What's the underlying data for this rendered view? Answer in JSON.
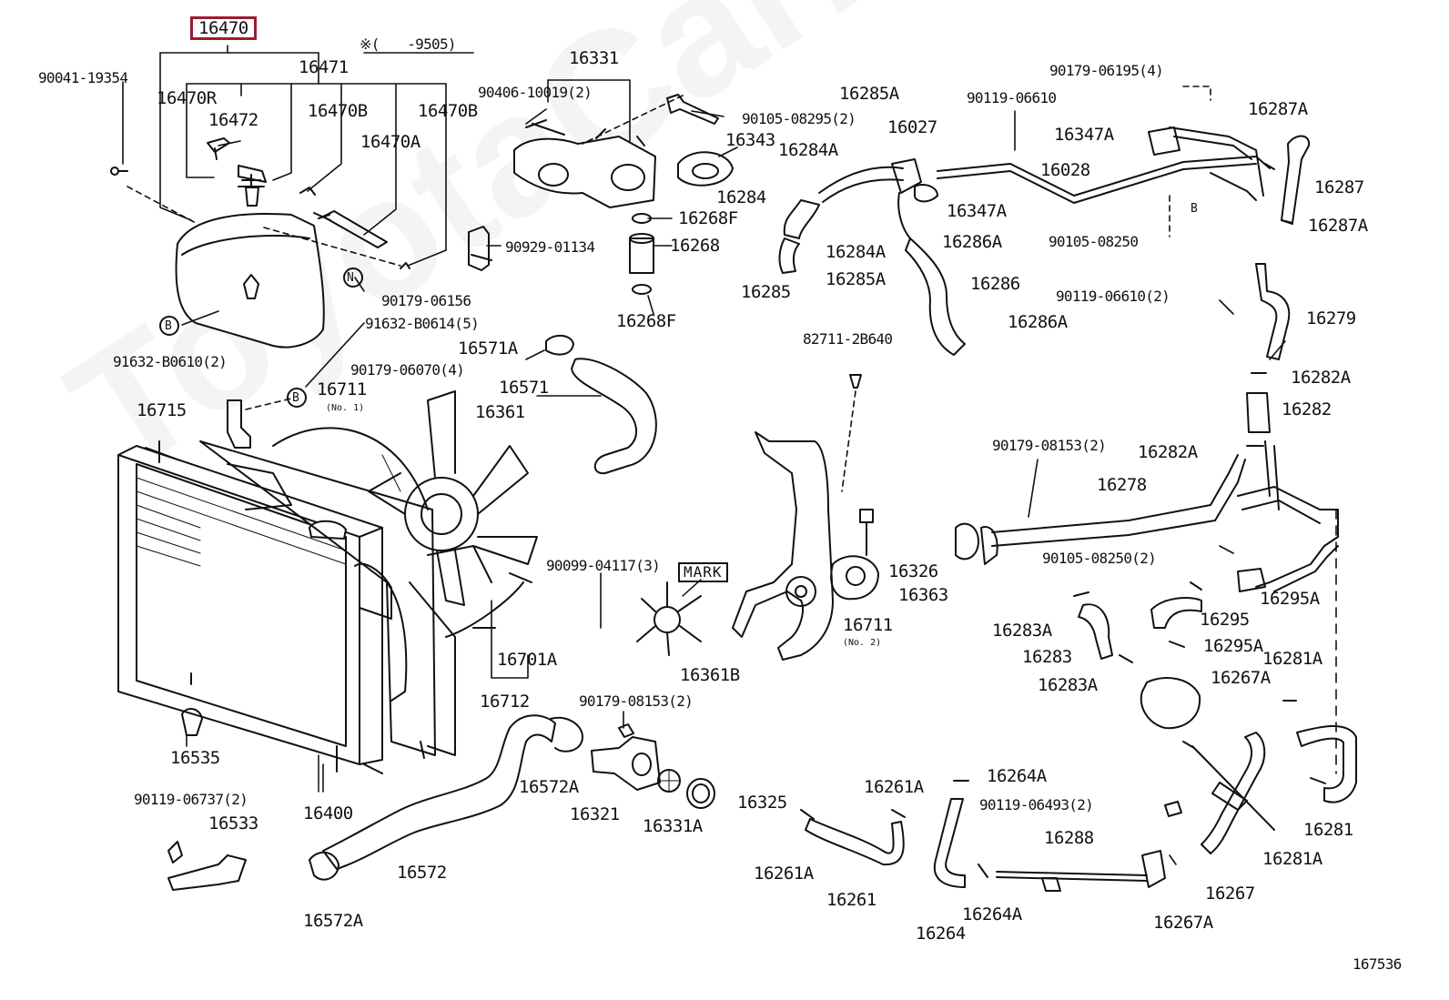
{
  "diagram": {
    "figure_number": "167536",
    "watermark": "ToyotaCarMine.ru",
    "highlighted_part": "16470",
    "note_mark": "※(　　-9505)",
    "callouts": {
      "p16470": "16470",
      "p16471": "16471",
      "p90041_19354": "90041-19354",
      "p16470R": "16470R",
      "p16472": "16472",
      "p16470B_a": "16470B",
      "p16470B_b": "16470B",
      "p16470A": "16470A",
      "p90179_06156": "90179-06156",
      "p91632_B0610": "91632-B0610(2)",
      "p91632_B0614": "91632-B0614(5)",
      "p16331": "16331",
      "p90406_10019": "90406-10019(2)",
      "p90105_08295": "90105-08295(2)",
      "p16343": "16343",
      "p16268F_a": "16268F",
      "p16268": "16268",
      "p16268F_b": "16268F",
      "p90929_01134": "90929-01134",
      "p16285A_top": "16285A",
      "p16284A_top": "16284A",
      "p16284": "16284",
      "p16284A_b": "16284A",
      "p16285": "16285",
      "p16285A_b": "16285A",
      "p16027": "16027",
      "p16347A_b": "16347A",
      "p16286A_a": "16286A",
      "p16286": "16286",
      "p16286A_b": "16286A",
      "p90119_06610_a": "90119-06610",
      "p16347A_a": "16347A",
      "p16028": "16028",
      "p90179_06195": "90179-06195(4)",
      "p16287A_a": "16287A",
      "p16287": "16287",
      "p16287A_b": "16287A",
      "p90105_08250_a": "90105-08250",
      "p90119_06610_b": "90119-06610(2)",
      "p16279": "16279",
      "p16282A_a": "16282A",
      "p16282": "16282",
      "p16282A_b": "16282A",
      "p90179_08153_a": "90179-08153(2)",
      "p16278": "16278",
      "p90105_08250_b": "90105-08250(2)",
      "p16326": "16326",
      "p16363": "16363",
      "p82711_2B640": "82711-2B640",
      "p16711_no2": "16711",
      "no2": "(No. 2)",
      "p16711_no1": "16711",
      "no1": "(No. 1)",
      "p90179_06070": "90179-06070(4)",
      "p16361": "16361",
      "p16571A": "16571A",
      "p16571": "16571",
      "p16715": "16715",
      "p90099_04117": "90099-04117(3)",
      "mark": "MARK",
      "p16361B": "16361B",
      "p16701A": "16701A",
      "p16712": "16712",
      "p90179_08153_b": "90179-08153(2)",
      "p16535": "16535",
      "p16400": "16400",
      "p16572A_a": "16572A",
      "p16321": "16321",
      "p16331A": "16331A",
      "p16325": "16325",
      "p90119_06737": "90119-06737(2)",
      "p16533": "16533",
      "p16572": "16572",
      "p16572A_b": "16572A",
      "p16261A_a": "16261A",
      "p16261A_b": "16261A",
      "p16261": "16261",
      "p16264A_a": "16264A",
      "p90119_06493": "90119-06493(2)",
      "p16288": "16288",
      "p16264": "16264",
      "p16264A_b": "16264A",
      "p16283A_a": "16283A",
      "p16283": "16283",
      "p16283A_b": "16283A",
      "p16295A_a": "16295A",
      "p16295": "16295",
      "p16295A_b": "16295A",
      "p16281A_a": "16281A",
      "p16267A_a": "16267A",
      "p16281": "16281",
      "p16281A_b": "16281A",
      "p16267": "16267",
      "p16267A_b": "16267A",
      "marker_B": "B",
      "marker_N": "N"
    }
  }
}
